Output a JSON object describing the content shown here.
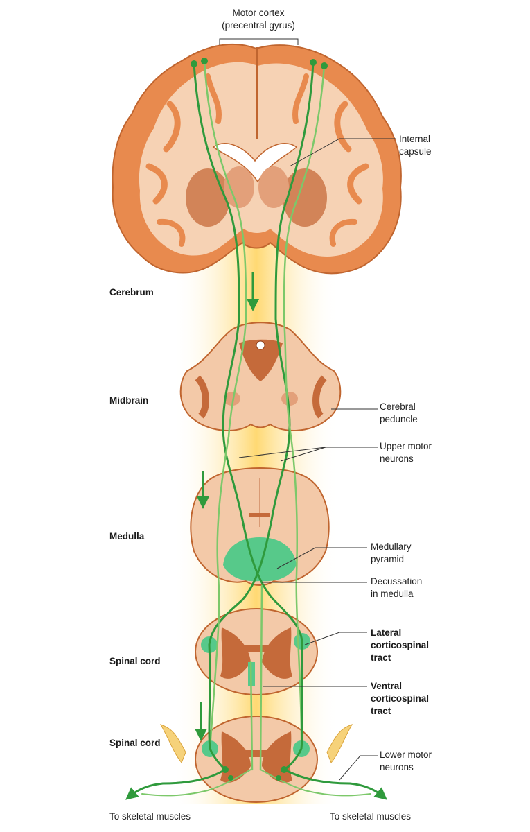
{
  "labels": {
    "motor_cortex": [
      "Motor cortex",
      "(precentral gyrus)"
    ],
    "internal_capsule": [
      "Internal",
      "capsule"
    ],
    "cerebrum": "Cerebrum",
    "midbrain": "Midbrain",
    "cerebral_peduncle": [
      "Cerebral",
      "peduncle"
    ],
    "upper_motor_neurons": [
      "Upper motor",
      "neurons"
    ],
    "medulla": "Medulla",
    "medullary_pyramid": [
      "Medullary",
      "pyramid"
    ],
    "decussation": [
      "Decussation",
      "in medulla"
    ],
    "spinal_cord_upper": "Spinal cord",
    "lateral_tract": [
      "Lateral",
      "corticospinal",
      "tract"
    ],
    "ventral_tract": [
      "Ventral",
      "corticospinal",
      "tract"
    ],
    "spinal_cord_lower": "Spinal cord",
    "lower_motor_neurons": [
      "Lower motor",
      "neurons"
    ],
    "to_muscles_left": "To skeletal muscles",
    "to_muscles_right": "To skeletal muscles"
  },
  "colors": {
    "tissue": "#f3c9a8",
    "tissue_outline": "#c97a45",
    "gray_matter": "#c56a3a",
    "neuron": "#3aaa4a",
    "neuron_light": "#7cc86a",
    "pyramid": "#57c98a",
    "glow": "#ffd35a",
    "ganglion": "#f6d27a"
  }
}
